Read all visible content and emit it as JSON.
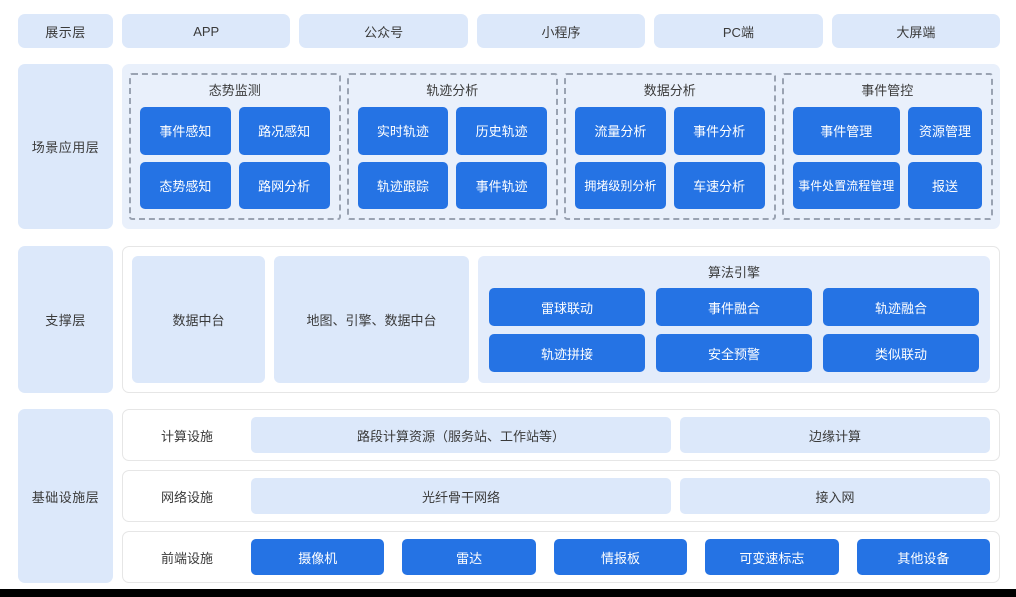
{
  "colors": {
    "accent_blue": "#2573e4",
    "pale_blue": "#dce8fa",
    "panel_blue": "#e9f0fb",
    "engine_blue": "#e3ecfb",
    "dashed_border": "#9aa3b2",
    "text": "#3a3a3a"
  },
  "presentation": {
    "layer_label": "展示层",
    "channels": [
      {
        "label": "APP"
      },
      {
        "label": "公众号"
      },
      {
        "label": "小程序"
      },
      {
        "label": "PC端"
      },
      {
        "label": "大屏端"
      }
    ]
  },
  "scenario": {
    "layer_label": "场景应用层",
    "groups": [
      {
        "title": "态势监测",
        "items": [
          {
            "label": "事件感知"
          },
          {
            "label": "路况感知"
          },
          {
            "label": "态势感知"
          },
          {
            "label": "路网分析"
          }
        ]
      },
      {
        "title": "轨迹分析",
        "items": [
          {
            "label": "实时轨迹"
          },
          {
            "label": "历史轨迹"
          },
          {
            "label": "轨迹跟踪"
          },
          {
            "label": "事件轨迹"
          }
        ]
      },
      {
        "title": "数据分析",
        "items": [
          {
            "label": "流量分析"
          },
          {
            "label": "事件分析"
          },
          {
            "label": "拥堵级别分析"
          },
          {
            "label": "车速分析"
          }
        ]
      },
      {
        "title": "事件管控",
        "items": [
          {
            "label": "事件管理"
          },
          {
            "label": "资源管理"
          },
          {
            "label": "事件处置流程管理"
          },
          {
            "label": "报送"
          }
        ]
      }
    ]
  },
  "support": {
    "layer_label": "支撑层",
    "cards": [
      {
        "label": "数据中台"
      },
      {
        "label": "地图、引擎、数据中台"
      }
    ],
    "engine": {
      "title": "算法引擎",
      "items": [
        {
          "label": "雷球联动"
        },
        {
          "label": "事件融合"
        },
        {
          "label": "轨迹融合"
        },
        {
          "label": "轨迹拼接"
        },
        {
          "label": "安全预警"
        },
        {
          "label": "类似联动"
        }
      ]
    }
  },
  "infrastructure": {
    "layer_label": "基础设施层",
    "rows": [
      {
        "label": "计算设施",
        "type": "pills",
        "pills": [
          {
            "label": "路段计算资源（服务站、工作站等）",
            "size": "wide"
          },
          {
            "label": "边缘计算",
            "size": "narrow"
          }
        ]
      },
      {
        "label": "网络设施",
        "type": "pills",
        "pills": [
          {
            "label": "光纤骨干网络",
            "size": "wide"
          },
          {
            "label": "接入网",
            "size": "narrow"
          }
        ]
      },
      {
        "label": "前端设施",
        "type": "devices",
        "devices": [
          {
            "label": "摄像机"
          },
          {
            "label": "雷达"
          },
          {
            "label": "情报板"
          },
          {
            "label": "可变速标志"
          },
          {
            "label": "其他设备"
          }
        ]
      }
    ]
  }
}
